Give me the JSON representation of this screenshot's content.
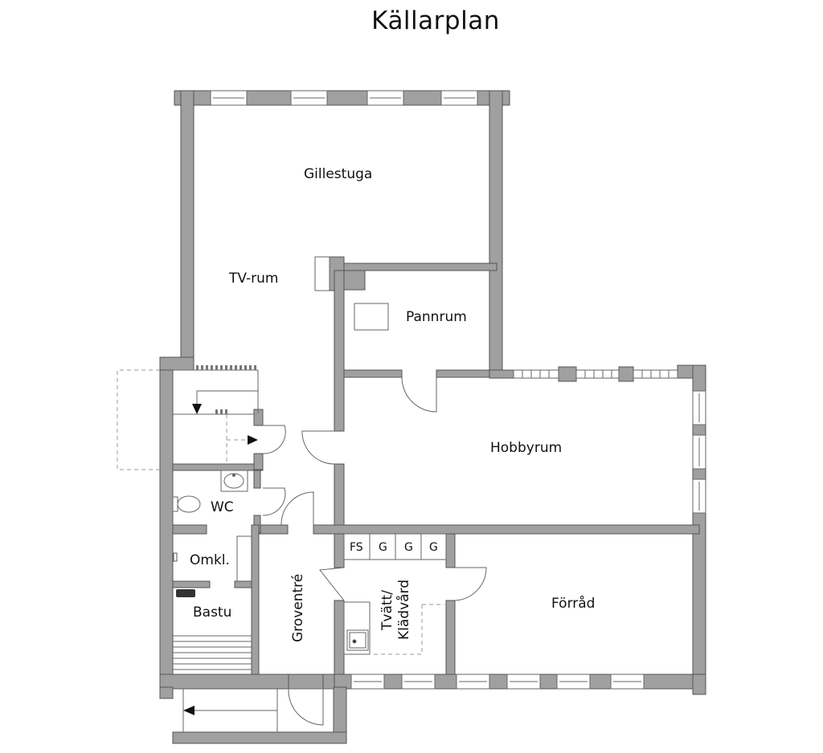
{
  "title": "Källarplan",
  "colors": {
    "wall": "#a0a0a0",
    "wall_edge": "#555555",
    "line": "#666666",
    "dash": "#999999",
    "background": "#ffffff"
  },
  "rooms": {
    "gillestuga": "Gillestuga",
    "tv_rum": "TV-rum",
    "pannrum": "Pannrum",
    "hobbyrum": "Hobbyrum",
    "wc": "WC",
    "omkl": "Omkl.",
    "bastu": "Bastu",
    "groventre": "Groventré",
    "tvatt": "Tvätt/",
    "kladvard": "Klädvård",
    "forrad": "Förråd"
  },
  "appliances": [
    "FS",
    "G",
    "G",
    "G"
  ],
  "icons": [
    "window-icon",
    "door-swing-icon",
    "stair-arrow-icon",
    "sink-icon",
    "toilet-icon",
    "sauna-heater-icon"
  ]
}
